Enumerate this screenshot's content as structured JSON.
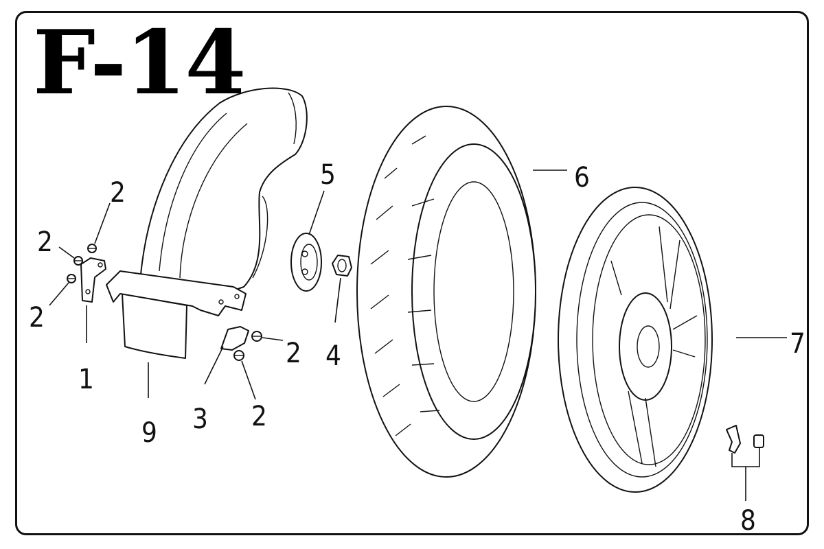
{
  "diagram": {
    "title": "F-14",
    "callouts": [
      {
        "id": "c1",
        "text": "1"
      },
      {
        "id": "c2a",
        "text": "2"
      },
      {
        "id": "c2b",
        "text": "2"
      },
      {
        "id": "c2c",
        "text": "2"
      },
      {
        "id": "c2d",
        "text": "2"
      },
      {
        "id": "c2e",
        "text": "2"
      },
      {
        "id": "c3",
        "text": "3"
      },
      {
        "id": "c4",
        "text": "4"
      },
      {
        "id": "c5",
        "text": "5"
      },
      {
        "id": "c6",
        "text": "6"
      },
      {
        "id": "c7",
        "text": "7"
      },
      {
        "id": "c8",
        "text": "8"
      },
      {
        "id": "c9",
        "text": "9"
      }
    ]
  }
}
